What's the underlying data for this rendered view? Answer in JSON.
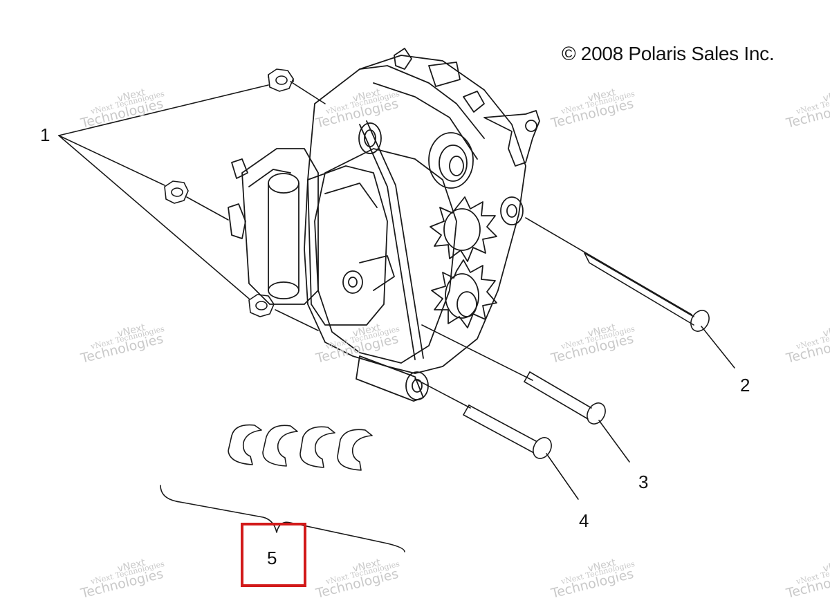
{
  "copyright": "© 2008 Polaris Sales Inc.",
  "callouts": [
    "1",
    "2",
    "3",
    "4",
    "5"
  ],
  "watermark": {
    "top": "vNext",
    "line1": "vNext Technologies",
    "line2": "Technologies"
  },
  "colors": {
    "line": "#1a1a1a",
    "highlight": "#d21a1a",
    "watermark": "#c9c9c9"
  },
  "highlight": {
    "target_callout": "5"
  }
}
